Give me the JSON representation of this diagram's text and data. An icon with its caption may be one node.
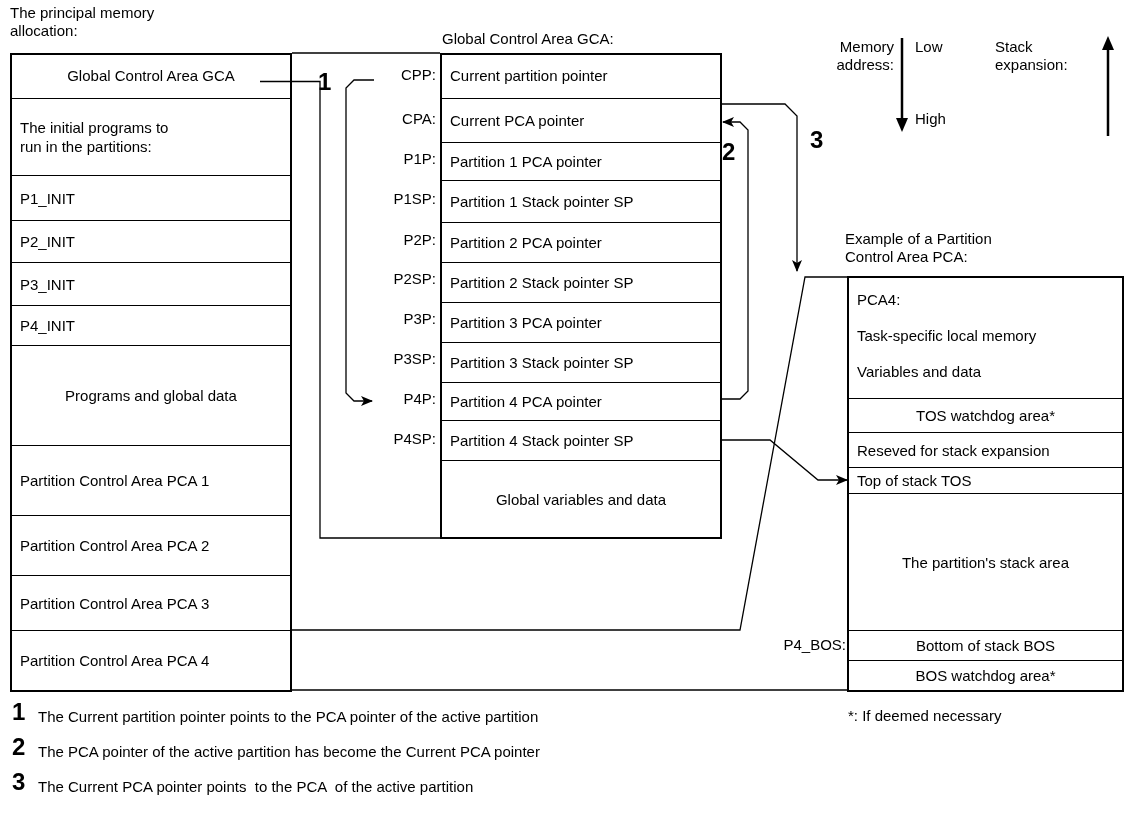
{
  "diagram": {
    "nodes": [
      {
        "text": [
          "The principal memory allocation:"
        ]
      },
      {
        "text": [
          "Global Control Area GCA"
        ],
        "in": 0
      },
      {
        "text": [
          "The initial programs to run in the partitions:"
        ],
        "in": 0
      },
      {
        "text": [
          "P1_INIT"
        ],
        "in": 0
      },
      {
        "text": [
          "P2_INIT"
        ],
        "in": 0
      },
      {
        "text": [
          "P3_INIT"
        ],
        "in": 0
      },
      {
        "text": [
          "P4_INIT"
        ],
        "in": 0
      },
      {
        "text": [
          "Programs and global data"
        ],
        "in": 0
      },
      {
        "text": [
          "Partition Control Area PCA 1"
        ],
        "in": 0
      },
      {
        "text": [
          "Partition Control Area PCA 2"
        ],
        "in": 0
      },
      {
        "text": [
          "Partition Control Area PCA 3"
        ],
        "in": 0
      },
      {
        "text": [
          "Partition Control Area PCA 4"
        ],
        "in": 0
      },
      {
        "text": [
          "Global Control Area GCA:"
        ]
      },
      {
        "text": [
          "Current partition pointer"
        ],
        "beside": [
          "CPP:"
        ],
        "in": 12
      },
      {
        "text": [
          "Current PCA pointer"
        ],
        "beside": [
          "CPA:"
        ],
        "in": 12
      },
      {
        "text": [
          "Partition 1 PCA pointer"
        ],
        "beside": [
          "P1P:"
        ],
        "in": 12
      },
      {
        "text": [
          "Partition 1 Stack pointer SP"
        ],
        "beside": [
          "P1SP:"
        ],
        "in": 12
      },
      {
        "text": [
          "Partition 2 PCA pointer"
        ],
        "beside": [
          "P2P:"
        ],
        "in": 12
      },
      {
        "text": [
          "Partition 2 Stack pointer SP"
        ],
        "beside": [
          "P2SP:"
        ],
        "in": 12
      },
      {
        "text": [
          "Partition 3 PCA pointer"
        ],
        "beside": [
          "P3P:"
        ],
        "in": 12
      },
      {
        "text": [
          "Partition 3 Stack pointer SP"
        ],
        "beside": [
          "P3SP:"
        ],
        "in": 12
      },
      {
        "text": [
          "Partition 4 PCA pointer"
        ],
        "beside": [
          "P4P:"
        ],
        "in": 12
      },
      {
        "text": [
          "Partition 4 Stack pointer SP"
        ],
        "beside": [
          "P4SP:"
        ],
        "in": 12
      },
      {
        "text": [
          "Global variables and data"
        ],
        "in": 12
      },
      {
        "text": [
          "Example of a Partition Control Area PCA:"
        ]
      },
      {
        "text": [
          "PCA4:",
          "Task-specific local memory",
          "Variables and data"
        ],
        "in": 24
      },
      {
        "text": [
          "TOS watchdog area*"
        ],
        "in": 24
      },
      {
        "text": [
          "Reseved for stack expansion"
        ],
        "in": 24
      },
      {
        "text": [
          "Top of stack TOS"
        ],
        "in": 24
      },
      {
        "text": [
          "The partition's stack area"
        ],
        "in": 24
      },
      {
        "text": [
          "Bottom of stack BOS"
        ],
        "beside": [
          "P4_BOS:"
        ],
        "in": 24
      },
      {
        "text": [
          "BOS watchdog area*"
        ],
        "in": 24
      }
    ],
    "edges": [
      {
        "from": 1,
        "to": 12,
        "arrow": "none"
      },
      {
        "from": 11,
        "to": 24,
        "arrow": "none"
      },
      {
        "from": 13,
        "to": 21,
        "arrow": "to",
        "label": "1"
      },
      {
        "from": 21,
        "to": 14,
        "arrow": "to",
        "label": "2"
      },
      {
        "from": 14,
        "to": 24,
        "arrow": "to",
        "label": "3"
      },
      {
        "from": 22,
        "to": 28,
        "arrow": "to"
      }
    ],
    "labels": [
      "Memory address:",
      "Low",
      "High",
      "Stack expansion:",
      "1",
      "The Current partition pointer points to the PCA pointer of the active partition",
      "*: If deemed necessary",
      "2",
      "The PCA pointer of the active partition has become the Current PCA pointer",
      "3",
      "The Current PCA pointer points  to the PCA  of the active partition"
    ]
  }
}
